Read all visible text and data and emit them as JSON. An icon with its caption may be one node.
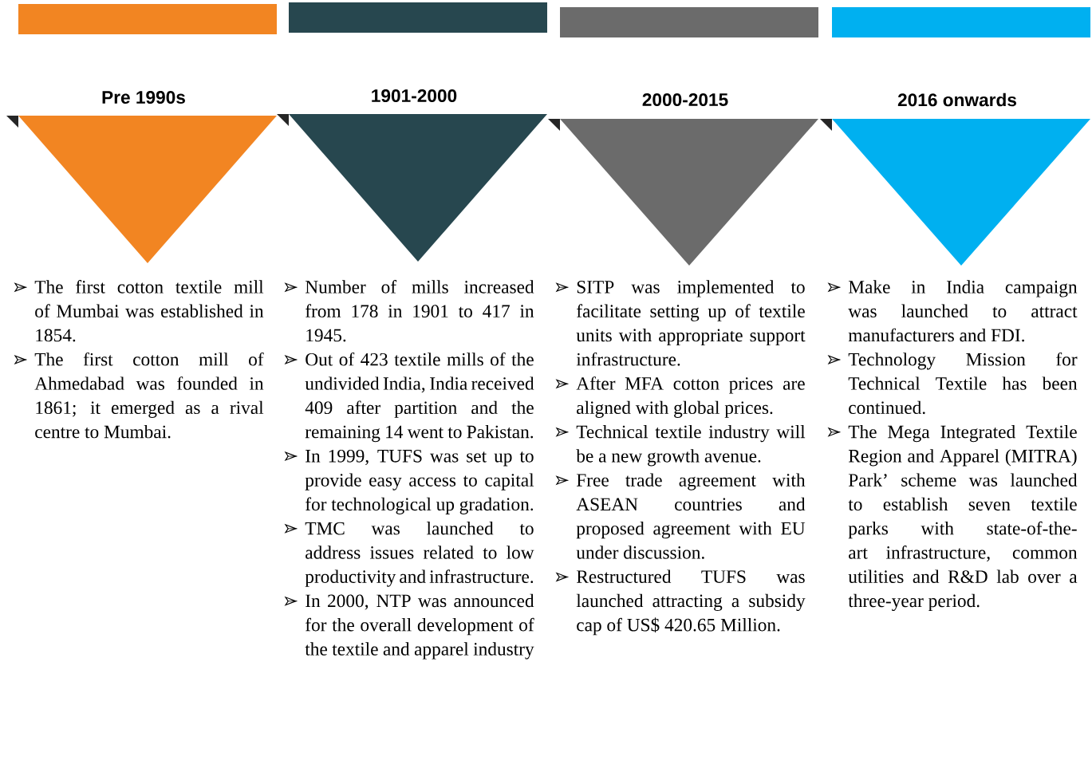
{
  "diagram": {
    "nodes": [
      {
        "text": [
          "Pre 1990s",
          "The first cotton textile mill of Mumbai was established in 1854.",
          "The first cotton mill of Ahmedabad was founded in 1861; it emerged as a rival centre to Mumbai."
        ]
      },
      {
        "text": [
          "1901-2000",
          "Number of mills increased from 178 in 1901 to 417 in 1945.",
          "Out of 423 textile mills of the undivided India, India received 409 after partition and the remaining 14 went to Pakistan.",
          "In 1999, TUFS was set up to provide easy access to capital for technological up gradation.",
          "TMC was launched to address issues related to low productivity and infrastructure.",
          "In 2000, NTP was announced for the overall development of the textile and apparel industry"
        ]
      },
      {
        "text": [
          "2000-2015",
          "SITP was implemented to facilitate setting up of textile units with appropriate support infrastructure.",
          "After MFA cotton prices are aligned with global prices.",
          "Technical textile industry will be a new growth avenue.",
          "Free trade agreement with ASEAN countries and proposed agreement with EU under discussion.",
          "Restructured TUFS was launched attracting a subsidy cap of US$ 420.65 Million."
        ]
      },
      {
        "text": [
          "2016 onwards",
          "Make in India campaign was launched to attract manufacturers and FDI.",
          "Technology Mission for Technical Textile has been continued.",
          "The Mega Integrated Textile Region and Apparel (MITRA) Park’ scheme was launched to establish seven textile parks with state-of-the-art infrastructure, common utilities and R&D lab over a three-year period."
        ]
      }
    ]
  }
}
